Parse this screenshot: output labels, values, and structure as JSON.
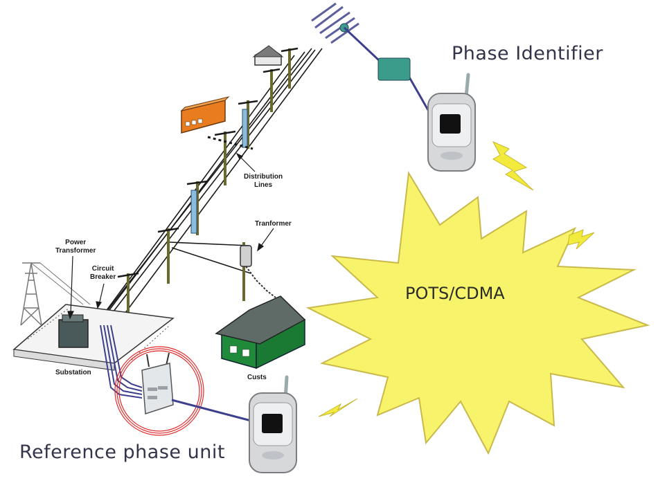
{
  "labels": {
    "phase_identifier": "Phase Identifier",
    "reference_phase_unit": "Reference phase unit",
    "network": "POTS/CDMA",
    "distribution_lines": "Distribution\nLines",
    "transformer": "Tranformer",
    "power_transformer": "Power\nTransformer",
    "circuit_breaker": "Circuit\nBreaker",
    "substation": "Substation",
    "custs": "Custs"
  },
  "colors": {
    "burst_fill": "#f7f36a",
    "burst_stroke": "#c9b94a",
    "house_green": "#1f8a3a",
    "roof_gray": "#5f6b66",
    "building_orange": "#e87c1e",
    "teal_box": "#3c9c8c",
    "link_purple": "#3c3f8c",
    "reference_circle": "#e02a2a",
    "pole_olive": "#6b6a2c",
    "insulator_blue": "#8cbcdc",
    "lightning_yellow": "#f2ea3c"
  }
}
